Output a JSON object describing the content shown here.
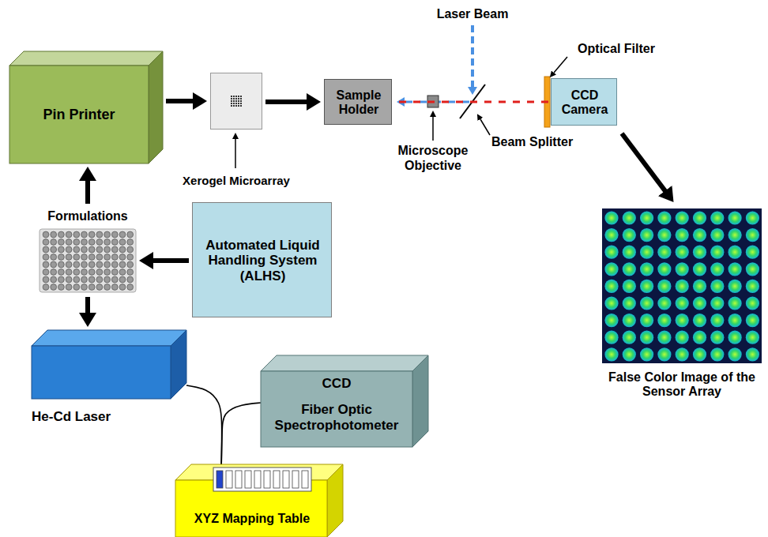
{
  "diagram": {
    "nodes": [
      {
        "text": [
          "Pin Printer"
        ]
      },
      {
        "text": [
          "Xerogel Microarray"
        ]
      },
      {
        "text": [
          "Sample Holder"
        ]
      },
      {
        "text": [
          "CCD Camera"
        ]
      },
      {
        "text": [
          "Formulations"
        ]
      },
      {
        "text": [
          "Automated Liquid Handling System (ALHS)"
        ]
      },
      {
        "text": [
          "He-Cd Laser"
        ]
      },
      {
        "text": [
          "CCD",
          "Fiber Optic Spectrophotometer"
        ]
      },
      {
        "text": [
          "XYZ Mapping Table"
        ]
      },
      {
        "text": [
          "False Color Image of the Sensor Array"
        ]
      }
    ],
    "edges": [
      {
        "from": 0,
        "to": 1,
        "arrow": "to"
      },
      {
        "from": 1,
        "to": 2,
        "arrow": "to"
      },
      {
        "from": 2,
        "to": 3,
        "arrow": "none"
      },
      {
        "from": 3,
        "to": 9,
        "arrow": "to"
      },
      {
        "from": 5,
        "to": 4,
        "arrow": "to"
      },
      {
        "from": 4,
        "to": 0,
        "arrow": "to"
      },
      {
        "from": 4,
        "to": 6,
        "arrow": "to"
      },
      {
        "from": 6,
        "to": 8,
        "arrow": "none"
      },
      {
        "from": 7,
        "to": 8,
        "arrow": "none"
      }
    ],
    "labels": [
      "Laser Beam",
      "Optical Filter",
      "Microscope Objective",
      "Beam Splitter"
    ]
  }
}
